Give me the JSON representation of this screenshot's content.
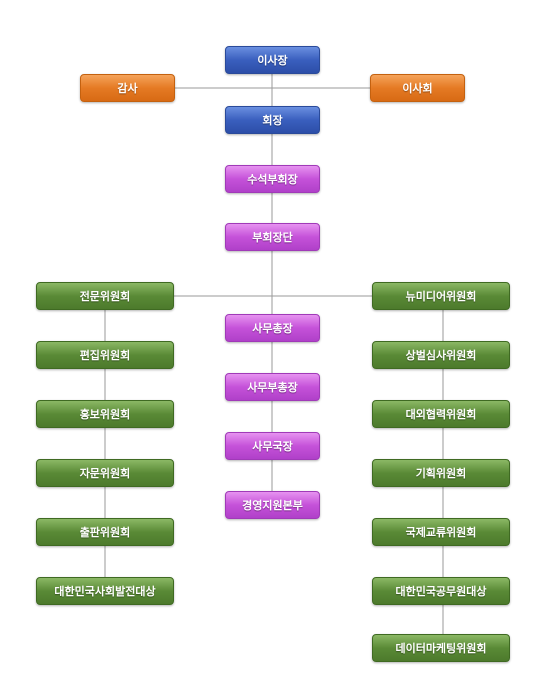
{
  "org_chart": {
    "chairman": "이사장",
    "auditor": "감사",
    "board": "이사회",
    "president": "회장",
    "senior_vice_president": "수석부회장",
    "vice_presidents": "부회장단",
    "secretariat": [
      "사무총장",
      "사무부총장",
      "사무국장",
      "경영지원본부"
    ],
    "left_committees": [
      "전문위원회",
      "편집위원회",
      "홍보위원회",
      "자문위원회",
      "출판위원회",
      "대한민국사회발전대상"
    ],
    "right_committees": [
      "뉴미디어위원회",
      "상벌심사위원회",
      "대외협력위원회",
      "기획위원회",
      "국제교류위원회",
      "대한민국공무원대상",
      "데이터마케팅위원회"
    ]
  },
  "colors": {
    "blue": "#3a5fbe",
    "orange": "#e57a24",
    "purple": "#c552d9",
    "green": "#5a8a36",
    "line": "#9a9a9a"
  }
}
